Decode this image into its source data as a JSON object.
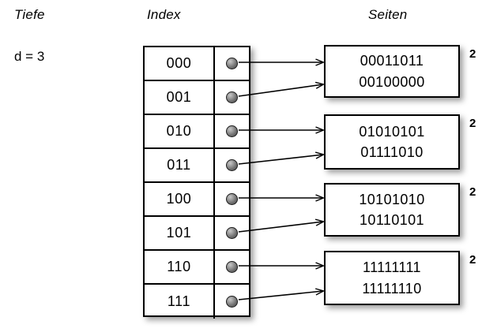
{
  "headers": {
    "depth": "Tiefe",
    "index": "Index",
    "pages": "Seiten"
  },
  "depth": {
    "label": "d = 3"
  },
  "index_table": {
    "rows": [
      {
        "key": "000",
        "pointer_icon": "filled-circle-pointer",
        "target_page": 0
      },
      {
        "key": "001",
        "pointer_icon": "filled-circle-pointer",
        "target_page": 0
      },
      {
        "key": "010",
        "pointer_icon": "filled-circle-pointer",
        "target_page": 1
      },
      {
        "key": "011",
        "pointer_icon": "filled-circle-pointer",
        "target_page": 1
      },
      {
        "key": "100",
        "pointer_icon": "filled-circle-pointer",
        "target_page": 2
      },
      {
        "key": "101",
        "pointer_icon": "filled-circle-pointer",
        "target_page": 2
      },
      {
        "key": "110",
        "pointer_icon": "filled-circle-pointer",
        "target_page": 3
      },
      {
        "key": "111",
        "pointer_icon": "filled-circle-pointer",
        "target_page": 3
      }
    ]
  },
  "pages": [
    {
      "lines": [
        "00011011",
        "00100000"
      ],
      "local_depth": "2"
    },
    {
      "lines": [
        "01010101",
        "01111010"
      ],
      "local_depth": "2"
    },
    {
      "lines": [
        "10101010",
        "10110101"
      ],
      "local_depth": "2"
    },
    {
      "lines": [
        "11111111",
        "11111110"
      ],
      "local_depth": "2"
    }
  ],
  "colors": {
    "background": "#ffffff",
    "stroke": "#000000",
    "pointer_dot": "#6e6e6e",
    "shadow": "rgba(0,0,0,0.38)"
  }
}
